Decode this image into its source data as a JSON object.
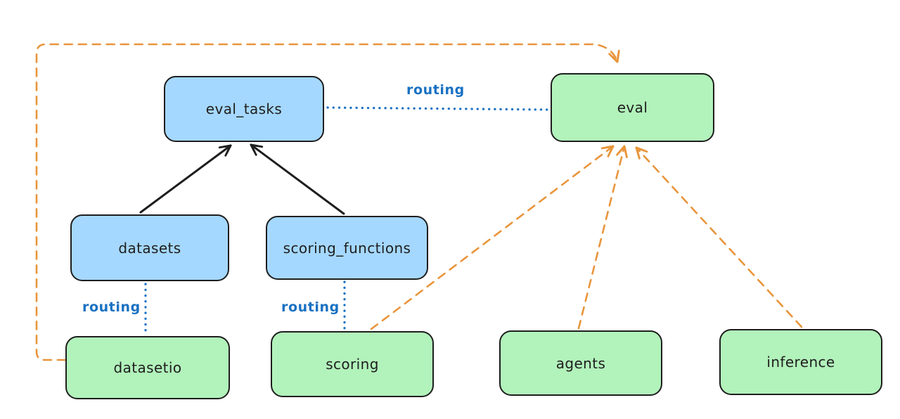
{
  "colors": {
    "background": "#ffffff",
    "registry_box_fill": "#a5d8ff",
    "provider_box_fill": "#b2f2bb",
    "box_stroke": "#1e1e1e",
    "box_text": "#1e1e1e",
    "solid_arrow": "#1e1e1e",
    "routing_line": "#1971c2",
    "routing_label": "#1971c2",
    "dashed_arrow": "#e8953c"
  },
  "nodes": {
    "eval_tasks": {
      "label": "eval_tasks",
      "kind": "registry-blue"
    },
    "eval": {
      "label": "eval",
      "kind": "provider-green"
    },
    "datasets": {
      "label": "datasets",
      "kind": "registry-blue"
    },
    "scoring_functions": {
      "label": "scoring_functions",
      "kind": "registry-blue"
    },
    "datasetio": {
      "label": "datasetio",
      "kind": "provider-green"
    },
    "scoring": {
      "label": "scoring",
      "kind": "provider-green"
    },
    "agents": {
      "label": "agents",
      "kind": "provider-green"
    },
    "inference": {
      "label": "inference",
      "kind": "provider-green"
    }
  },
  "labels": {
    "routing_top": "routing",
    "routing_left": "routing",
    "routing_mid": "routing"
  },
  "edges": [
    {
      "from": "datasets",
      "to": "eval_tasks",
      "style": "solid",
      "color": "black",
      "arrow": true
    },
    {
      "from": "scoring_functions",
      "to": "eval_tasks",
      "style": "solid",
      "color": "black",
      "arrow": true
    },
    {
      "from": "eval_tasks",
      "to": "eval",
      "style": "dotted",
      "color": "blue",
      "arrow": false,
      "label": "routing"
    },
    {
      "from": "datasets",
      "to": "datasetio",
      "style": "dotted",
      "color": "blue",
      "arrow": false,
      "label": "routing"
    },
    {
      "from": "scoring_functions",
      "to": "scoring",
      "style": "dotted",
      "color": "blue",
      "arrow": false,
      "label": "routing"
    },
    {
      "from": "datasetio",
      "to": "eval",
      "style": "dashed",
      "color": "orange",
      "arrow": true
    },
    {
      "from": "scoring",
      "to": "eval",
      "style": "dashed",
      "color": "orange",
      "arrow": true
    },
    {
      "from": "agents",
      "to": "eval",
      "style": "dashed",
      "color": "orange",
      "arrow": true
    },
    {
      "from": "inference",
      "to": "eval",
      "style": "dashed",
      "color": "orange",
      "arrow": true
    }
  ]
}
